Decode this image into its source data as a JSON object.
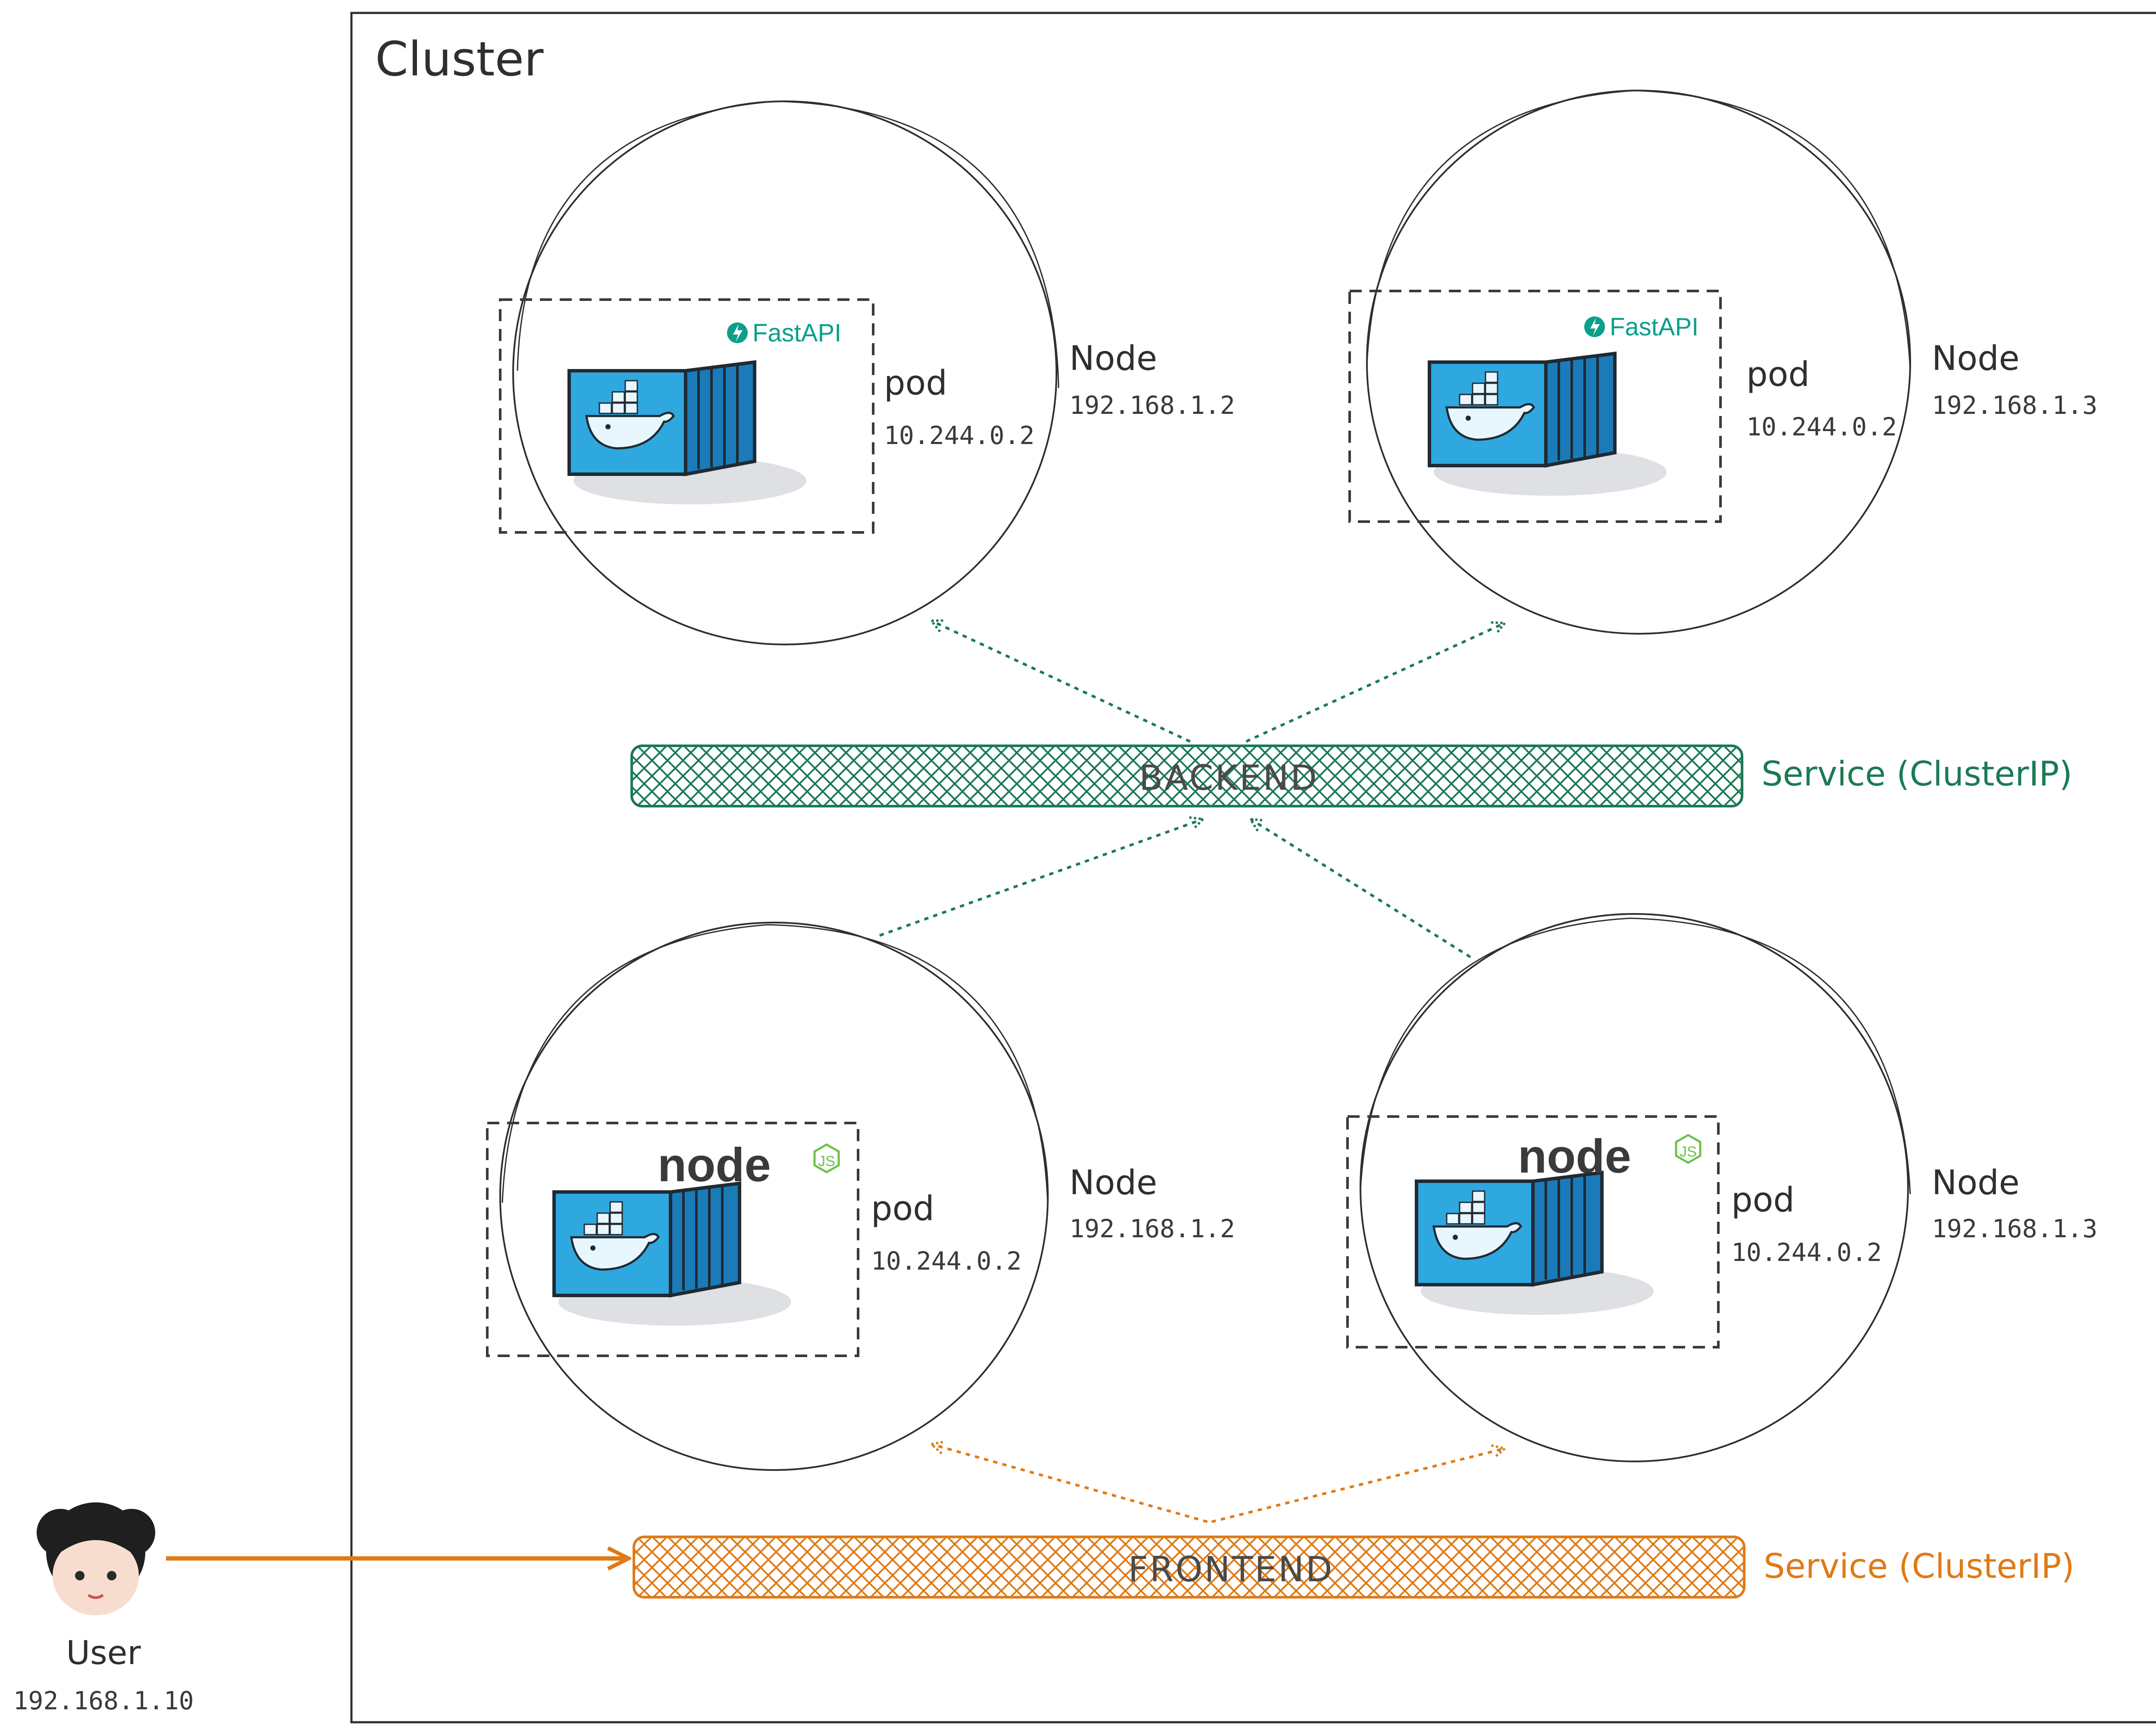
{
  "cluster": {
    "label": "Cluster"
  },
  "backend_nodes": [
    {
      "node_label": "Node",
      "node_ip": "192.168.1.2",
      "pod_label": "pod",
      "pod_ip": "10.244.0.2",
      "app": "FastAPI"
    },
    {
      "node_label": "Node",
      "node_ip": "192.168.1.3",
      "pod_label": "pod",
      "pod_ip": "10.244.0.2",
      "app": "FastAPI"
    }
  ],
  "frontend_nodes": [
    {
      "node_label": "Node",
      "node_ip": "192.168.1.2",
      "pod_label": "pod",
      "pod_ip": "10.244.0.2",
      "app_logo": "node",
      "app_badge": "JS"
    },
    {
      "node_label": "Node",
      "node_ip": "192.168.1.3",
      "pod_label": "pod",
      "pod_ip": "10.244.0.2",
      "app_logo": "node",
      "app_badge": "JS"
    }
  ],
  "backend_service": {
    "band_label": "BACKEND",
    "type_label": "Service (ClusterIP)"
  },
  "frontend_service": {
    "band_label": "FRONTEND",
    "type_label": "Service (ClusterIP)"
  },
  "user": {
    "label": "User",
    "ip": "192.168.1.10"
  },
  "colors": {
    "backend": "#1b7a55",
    "frontend": "#e07a16",
    "container": "#2fa8e0",
    "fastapi": "#0b9f8c",
    "nodejs_green": "#6cc24a",
    "stroke": "#2f2f2f"
  },
  "icons": [
    "docker-container-icon",
    "fastapi-icon",
    "nodejs-icon",
    "user-avatar-icon"
  ]
}
